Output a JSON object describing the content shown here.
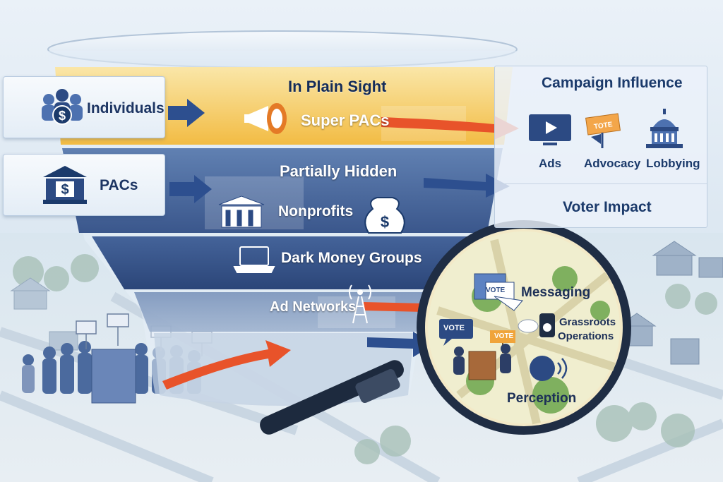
{
  "sources": {
    "individuals": "Individuals",
    "pacs": "PACs"
  },
  "funnel": {
    "tier1": "In Plain Sight",
    "tier1_item": "Super PACs",
    "tier2": "Partially Hidden",
    "tier2_item_nonprofits": "Nonprofits",
    "tier2_item_dark": "Dark Money Groups",
    "tier3_item": "Ad Networks"
  },
  "influence": {
    "title": "Campaign Influence",
    "items": [
      "Ads",
      "Advocacy",
      "Lobbying"
    ],
    "voter_impact": "Voter Impact"
  },
  "lens": {
    "messaging": "Messaging",
    "grassroots_line1": "Grassroots",
    "grassroots_line2": "Operations",
    "perception": "Perception",
    "vote_signs": [
      "VOTE",
      "VOTE",
      "VOTE"
    ]
  },
  "sign_texts": {
    "advocacy_sign": "TOTE"
  },
  "colors": {
    "gold_band": "#f6c84a",
    "navy": "#1b3a6b",
    "arrow_orange": "#e8532a",
    "arrow_blue": "#2d4f8f"
  }
}
